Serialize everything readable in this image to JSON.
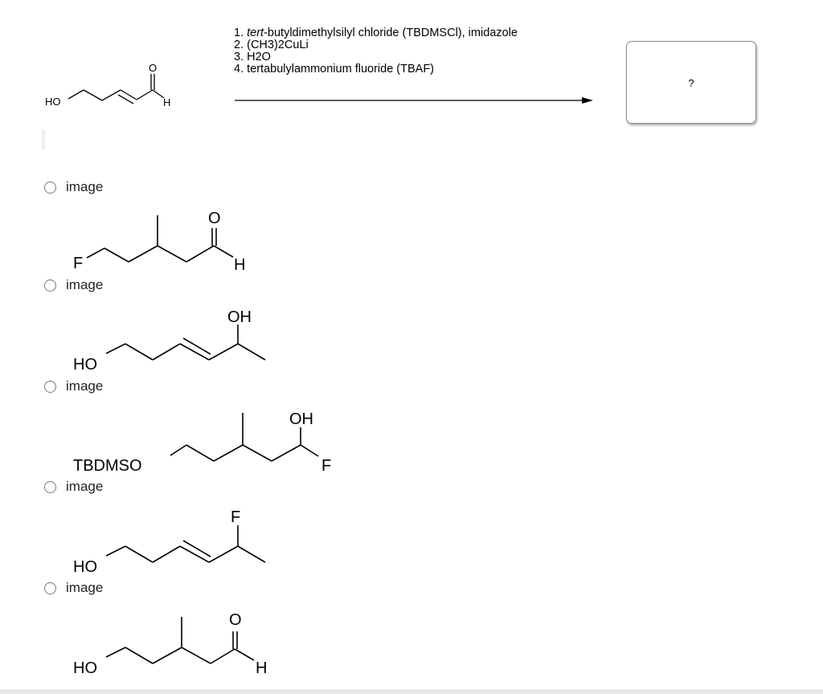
{
  "question": {
    "reactant": {
      "ho_label": "HO",
      "o_label": "O",
      "h_label": "H"
    },
    "conditions": {
      "step1_num": "1.",
      "step1_italic": "tert",
      "step1_rest": "-butyldimethylsilyl chloride (TBDMSCl), imidazole",
      "step2": "2. (CH3)2CuLi",
      "step3": "3. H2O",
      "step4": "4. tertabulylammonium fluoride (TBAF)"
    },
    "answer_box": {
      "text": "?"
    }
  },
  "options": [
    {
      "label": "image",
      "structure": {
        "f_label": "F",
        "o_label": "O",
        "h_label": "H"
      }
    },
    {
      "label": "image",
      "structure": {
        "oh_label": "OH",
        "ho_label": "HO"
      }
    },
    {
      "label": "image",
      "structure": {
        "oh_label": "OH",
        "tbdmso_label": "TBDMSO",
        "f_label": "F"
      }
    },
    {
      "label": "image",
      "structure": {
        "f_label": "F",
        "ho_label": "HO"
      }
    },
    {
      "label": "image",
      "structure": {
        "o_label": "O",
        "ho_label": "HO",
        "h_label": "H"
      }
    }
  ]
}
